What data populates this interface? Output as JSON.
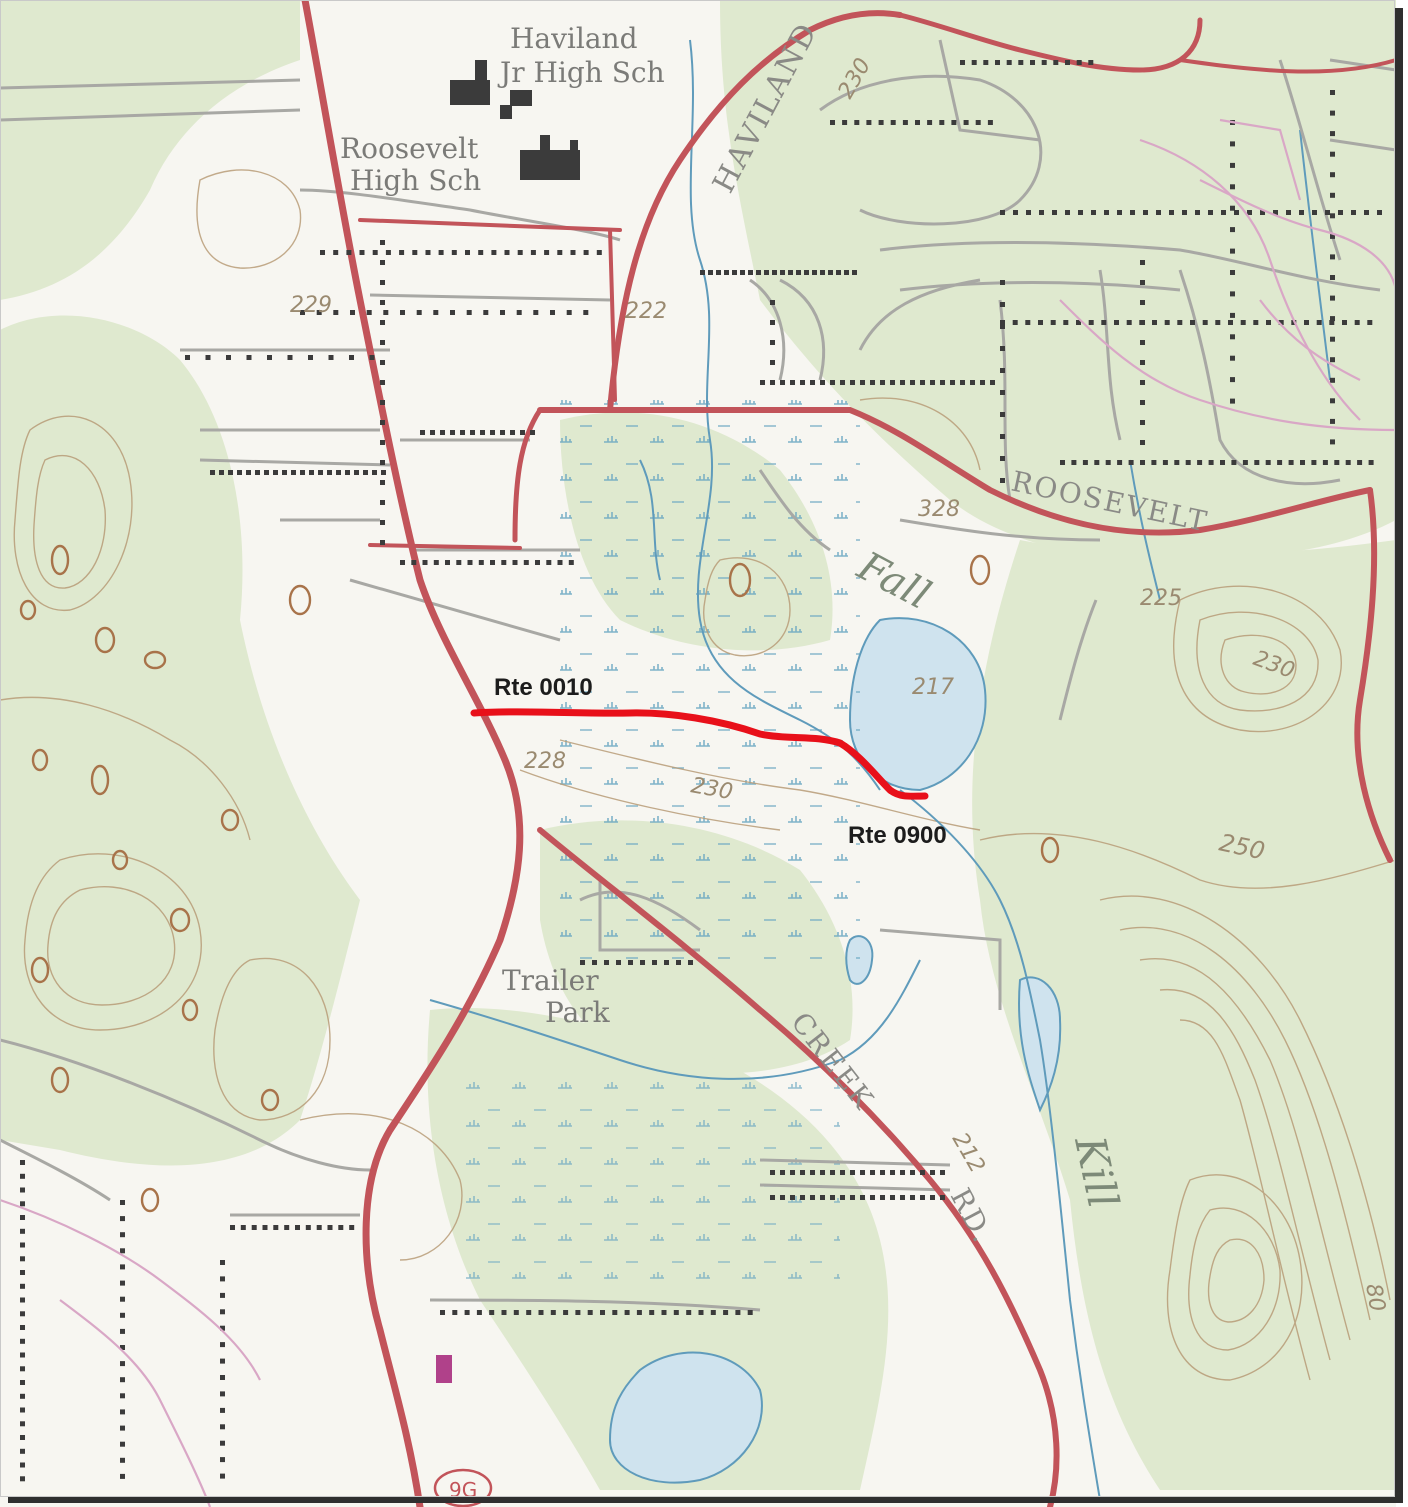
{
  "map": {
    "labels": {
      "haviland_school": [
        "Haviland",
        "Jr High Sch"
      ],
      "roosevelt_school": [
        "Roosevelt",
        "High Sch"
      ],
      "haviland_road": "HAVILAND",
      "roosevelt_road": "ROOSEVELT",
      "creek_road": [
        "CREEK",
        "RD."
      ],
      "fall_kill": [
        "Fall",
        "Kill"
      ],
      "trailer_park": [
        "Trailer",
        "Park"
      ],
      "route_marker": "9G"
    },
    "elevations": [
      "230",
      "229",
      "222",
      "328",
      "225",
      "230",
      "217",
      "228",
      "230",
      "250",
      "212",
      "80"
    ],
    "route_overlay": {
      "color": "#e8101a",
      "start_label": "Rte 0010",
      "end_label": "Rte 0900"
    },
    "colors": {
      "vegetation": "#dfe9cf",
      "open_land": "#f7f6f1",
      "water": "#cfe3ee",
      "major_road": "#c2545a",
      "minor_road": "#a8a8a4",
      "building": "#3b3b3b",
      "contour": "#b89c78",
      "stream": "#5f9bbb",
      "frame_shadow": "#2f2f2f"
    }
  }
}
